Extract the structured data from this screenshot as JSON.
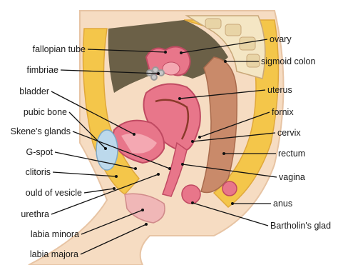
{
  "colors": {
    "skin": "#f6dcc2",
    "fat": "#f4c64a",
    "muscle_dark": "#d0677a",
    "organ_pink": "#e8768a",
    "organ_light": "#f4a8b2",
    "bowel": "#c98a6a",
    "spine_bone": "#f4e6c4",
    "bladder_blue": "#bcd9ec",
    "cavity": "#6b6047"
  },
  "labels": {
    "fallopian_tube": "fallopian tube",
    "fimbriae": "fimbriae",
    "bladder": "bladder",
    "pubic_bone": "pubic bone",
    "skenes_glands": "Skene's glands",
    "g_spot": "G-spot",
    "clitoris": "clitoris",
    "fold_of_vesicle": "ould of vesicle",
    "urethra": "urethra",
    "labia_minora": "labia minora",
    "labia_majora": "labia majora",
    "ovary": "ovary",
    "sigmoid_colon": "sigmoid colon",
    "uterus": "uterus",
    "fornix": "fornix",
    "cervix": "cervix",
    "rectum": "rectum",
    "vagina": "vagina",
    "anus": "anus",
    "bartholins_gland": "Bartholin's glad"
  }
}
